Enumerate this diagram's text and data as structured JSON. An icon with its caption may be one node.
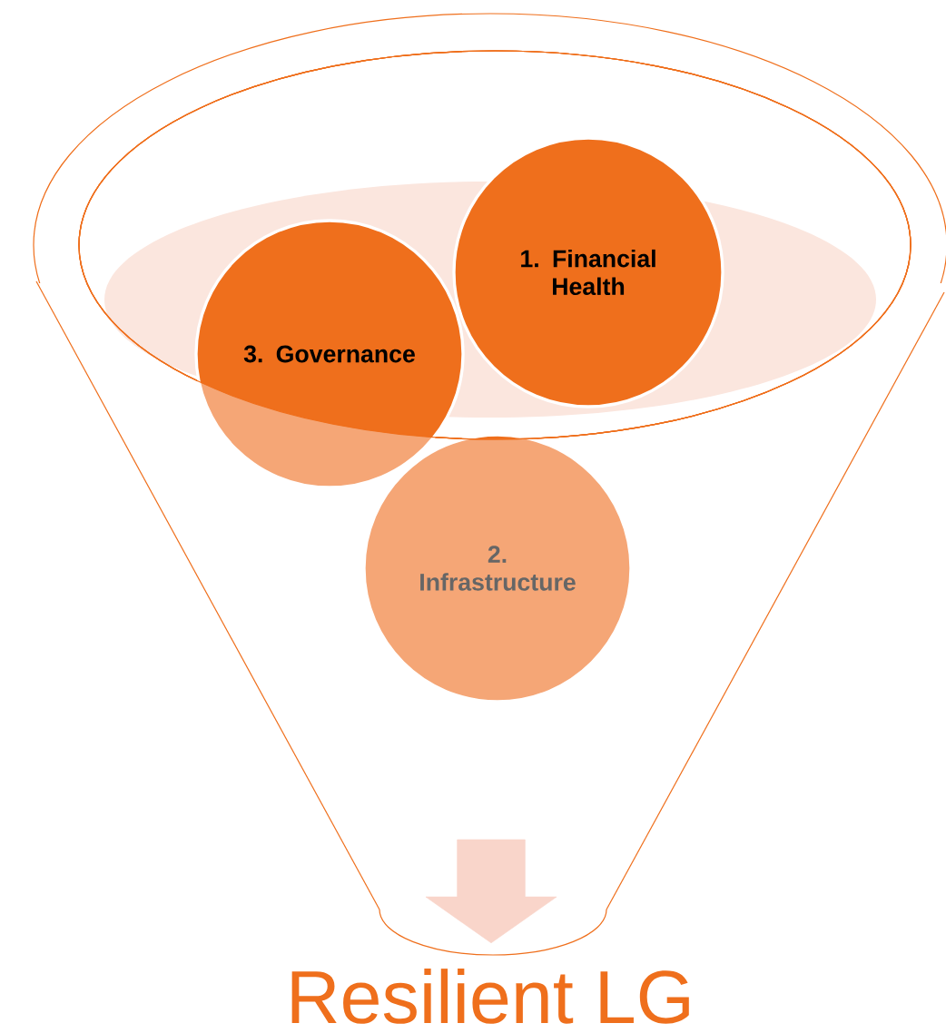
{
  "diagram": {
    "nodes": [
      {
        "text": [
          "1. Financial Health"
        ]
      },
      {
        "text": [
          "2. Infrastructure"
        ]
      },
      {
        "text": [
          "3. Governance"
        ]
      },
      {
        "text": [
          "Resilient LG"
        ]
      }
    ],
    "edges": [
      {
        "from": null,
        "to": 3,
        "arrow": "to"
      }
    ]
  }
}
